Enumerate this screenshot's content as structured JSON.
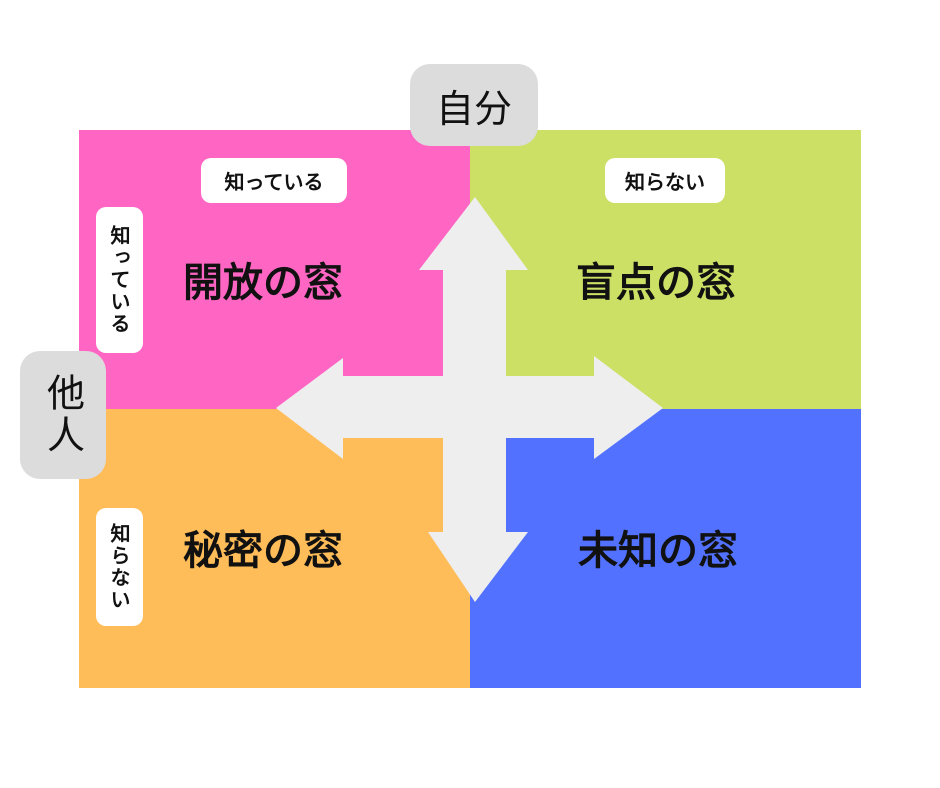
{
  "axes": {
    "self_label": "自分",
    "others_label": "他人"
  },
  "top_labels": {
    "knows": "知っている",
    "unknows": "知らない"
  },
  "left_labels": {
    "knows": "知っている",
    "unknows": "知らない"
  },
  "windows": [
    {
      "id": "open",
      "title": "開放の窓",
      "color": "#ff66c4"
    },
    {
      "id": "blind",
      "title": "盲点の窓",
      "color": "#cce066"
    },
    {
      "id": "secret",
      "title": "秘密の窓",
      "color": "#ffbd59"
    },
    {
      "id": "unknown",
      "title": "未知の窓",
      "color": "#5271ff"
    }
  ],
  "colors": {
    "arrow": "#eeeeef",
    "label_bg": "#dcdcdc",
    "pill_bg": "#ffffff"
  },
  "icons": {
    "arrow_up": "arrow-up-icon",
    "arrow_down": "arrow-down-icon",
    "arrow_left": "arrow-left-icon",
    "arrow_right": "arrow-right-icon"
  }
}
